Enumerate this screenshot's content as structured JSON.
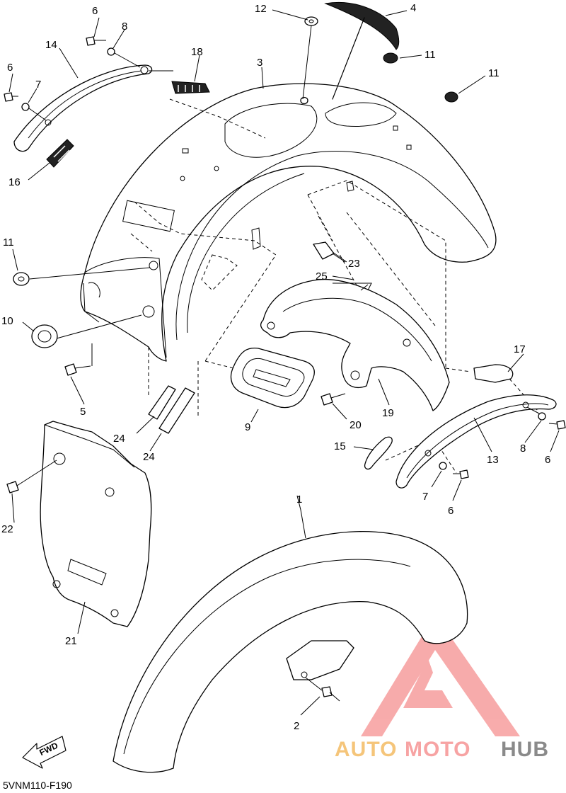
{
  "diagram_code": "5VNM110-F190",
  "fwd_label": "FWD",
  "watermark": {
    "brand_part1": "AUTO",
    "brand_part2": "MOTO",
    "brand_part3": "HUB",
    "color_primary": "#f7a3a3",
    "color_accent": "#f5c57a",
    "color_dark": "#8a8a8a"
  },
  "callouts": [
    {
      "id": "c1",
      "text": "1"
    },
    {
      "id": "c2",
      "text": "2"
    },
    {
      "id": "c3",
      "text": "3"
    },
    {
      "id": "c4",
      "text": "4"
    },
    {
      "id": "c5",
      "text": "5"
    },
    {
      "id": "c6a",
      "text": "6"
    },
    {
      "id": "c6b",
      "text": "6"
    },
    {
      "id": "c6c",
      "text": "6"
    },
    {
      "id": "c6d",
      "text": "6"
    },
    {
      "id": "c7a",
      "text": "7"
    },
    {
      "id": "c7b",
      "text": "7"
    },
    {
      "id": "c8a",
      "text": "8"
    },
    {
      "id": "c8b",
      "text": "8"
    },
    {
      "id": "c9",
      "text": "9"
    },
    {
      "id": "c10",
      "text": "10"
    },
    {
      "id": "c11a",
      "text": "11"
    },
    {
      "id": "c11b",
      "text": "11"
    },
    {
      "id": "c11c",
      "text": "11"
    },
    {
      "id": "c12",
      "text": "12"
    },
    {
      "id": "c13",
      "text": "13"
    },
    {
      "id": "c14",
      "text": "14"
    },
    {
      "id": "c15",
      "text": "15"
    },
    {
      "id": "c16",
      "text": "16"
    },
    {
      "id": "c17",
      "text": "17"
    },
    {
      "id": "c18",
      "text": "18"
    },
    {
      "id": "c19",
      "text": "19"
    },
    {
      "id": "c20",
      "text": "20"
    },
    {
      "id": "c21",
      "text": "21"
    },
    {
      "id": "c22",
      "text": "22"
    },
    {
      "id": "c23",
      "text": "23"
    },
    {
      "id": "c24a",
      "text": "24"
    },
    {
      "id": "c24b",
      "text": "24"
    },
    {
      "id": "c25",
      "text": "25"
    }
  ]
}
